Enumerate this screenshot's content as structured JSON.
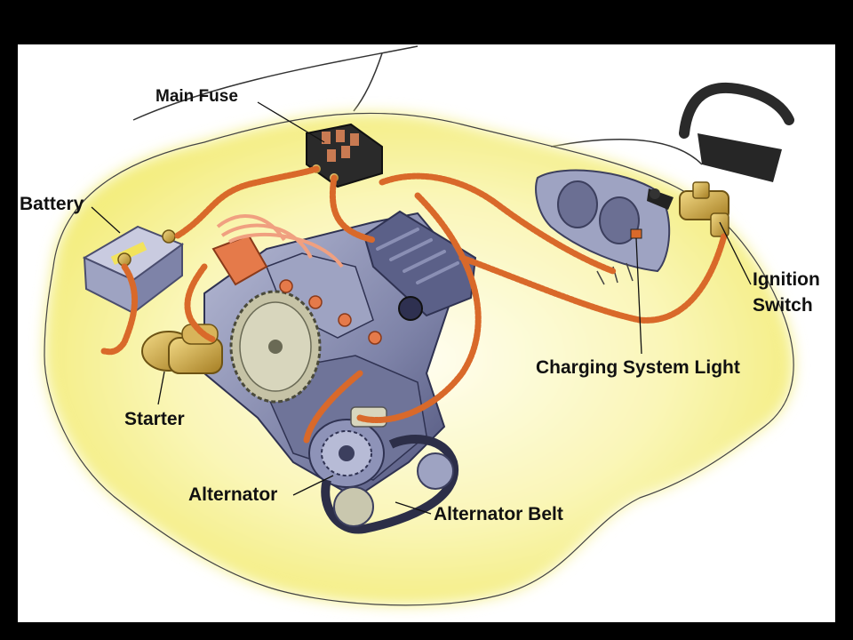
{
  "labels": {
    "main_fuse": "Main Fuse",
    "battery": "Battery",
    "ignition_line1": "Ignition",
    "ignition_line2": "Switch",
    "charging_light": "Charging System Light",
    "starter": "Starter",
    "alternator": "Alternator",
    "alternator_belt": "Alternator Belt"
  },
  "colors": {
    "highlight": "#f3ee7a",
    "wire": "#d9692a",
    "engine": "#7e83a8",
    "component": "#c9a441",
    "frame": "#000000"
  }
}
